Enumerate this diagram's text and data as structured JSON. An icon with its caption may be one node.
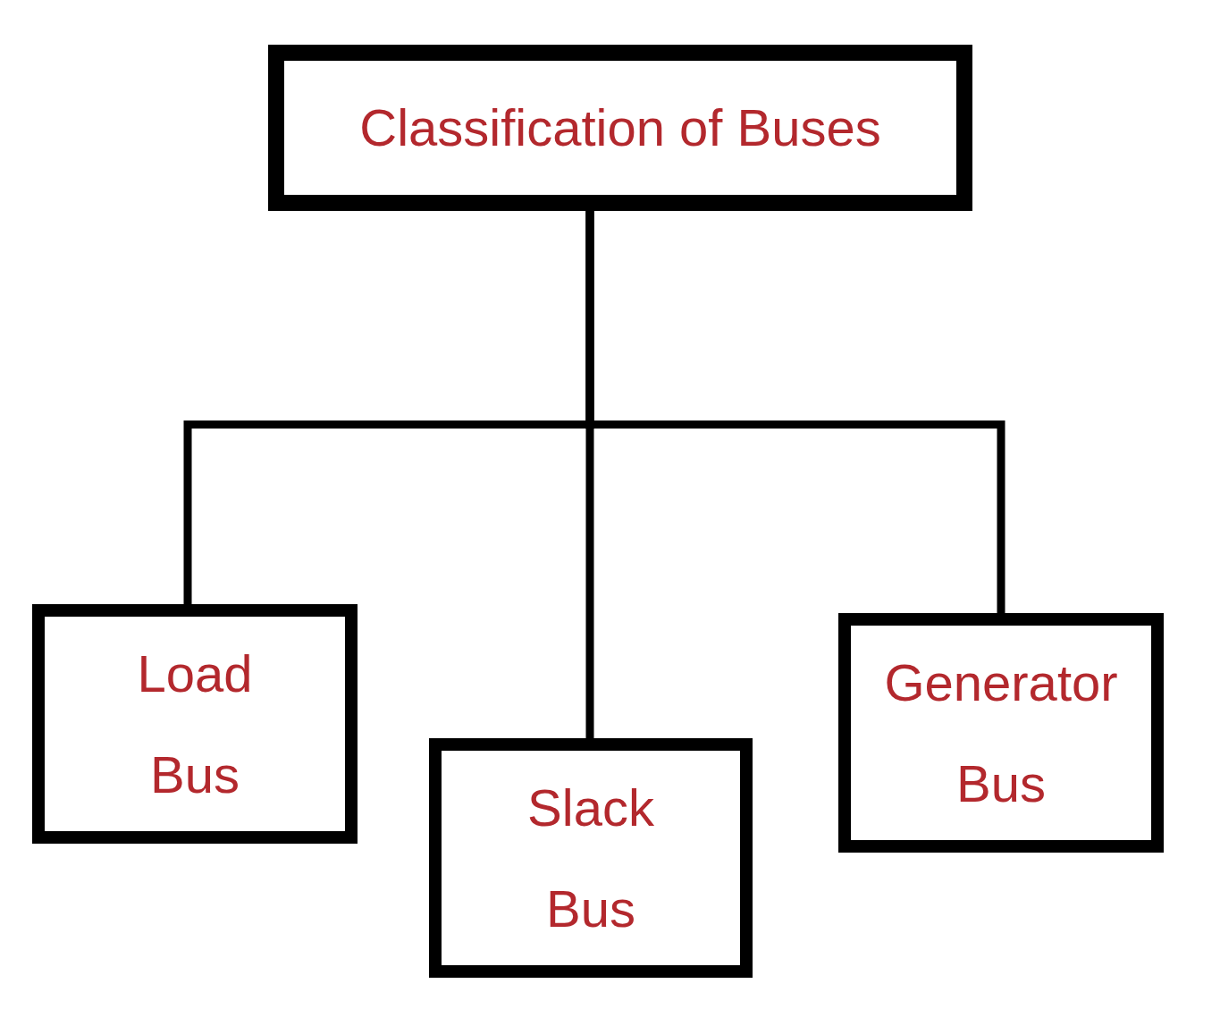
{
  "diagram": {
    "nodes": [
      {
        "text": [
          "Classification of Buses"
        ]
      },
      {
        "text": [
          "Load Bus"
        ]
      },
      {
        "text": [
          "Slack Bus"
        ]
      },
      {
        "text": [
          "Generator Bus"
        ]
      }
    ],
    "edges": [
      {
        "from": 0,
        "to": 1,
        "arrow": "none"
      },
      {
        "from": 0,
        "to": 2,
        "arrow": "none"
      },
      {
        "from": 0,
        "to": 3,
        "arrow": "none"
      }
    ]
  }
}
